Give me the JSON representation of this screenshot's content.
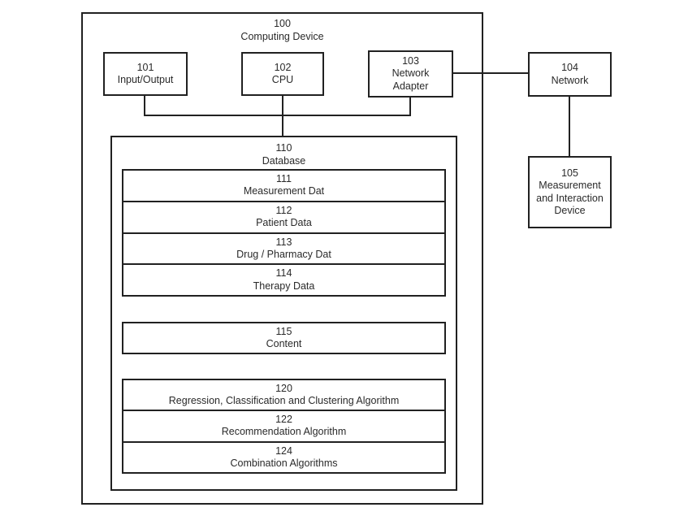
{
  "outer": {
    "ref": "100",
    "label": "Computing Device"
  },
  "boxes": {
    "io": {
      "ref": "101",
      "label": "Input/Output"
    },
    "cpu": {
      "ref": "102",
      "label": "CPU"
    },
    "network_adapter": {
      "ref": "103",
      "label": "Network Adapter"
    },
    "network": {
      "ref": "104",
      "label": "Network"
    },
    "measurement_device": {
      "ref": "105",
      "label": "Measurement and Interaction Device"
    },
    "database": {
      "ref": "110",
      "label": "Database"
    },
    "content": {
      "ref": "115",
      "label": "Content"
    }
  },
  "database_rows": [
    {
      "ref": "111",
      "label": "Measurement Dat"
    },
    {
      "ref": "112",
      "label": "Patient Data"
    },
    {
      "ref": "113",
      "label": "Drug / Pharmacy Dat"
    },
    {
      "ref": "114",
      "label": "Therapy Data"
    }
  ],
  "algorithm_rows": [
    {
      "ref": "120",
      "label": "Regression, Classification and Clustering Algorithm"
    },
    {
      "ref": "122",
      "label": "Recommendation Algorithm"
    },
    {
      "ref": "124",
      "label": "Combination Algorithms"
    }
  ],
  "colors": {
    "line": "#212121",
    "background": "#ffffff",
    "text": "#2a2a2a"
  }
}
